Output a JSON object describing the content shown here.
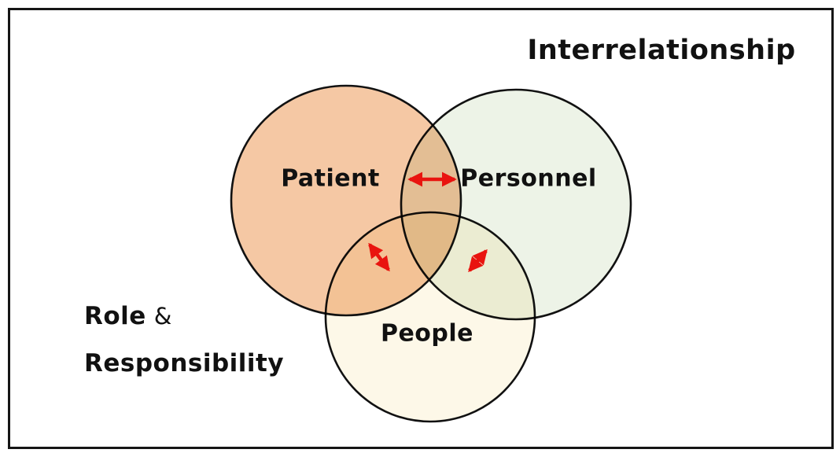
{
  "diagram": {
    "title": "Interrelationship",
    "type": "venn-3-circles",
    "sets": [
      {
        "id": "patient",
        "label": "Patient",
        "color": "#f5c8a4"
      },
      {
        "id": "personnel",
        "label": "Personnel",
        "color": "#edf3e7"
      },
      {
        "id": "people",
        "label": "People",
        "color": "#fdf8e8"
      }
    ],
    "relationships": [
      {
        "from": "Patient",
        "to": "Personnel",
        "type": "double-headed-arrow"
      },
      {
        "from": "Patient",
        "to": "People",
        "type": "double-headed-arrow"
      },
      {
        "from": "Personnel",
        "to": "People",
        "type": "double-headed-arrow"
      }
    ],
    "side_caption": {
      "word1": "Role",
      "word2": "&",
      "word3": "Responsibility"
    },
    "colors": {
      "arrow": "#e9140f",
      "outline": "#111111",
      "frame": "#151515",
      "background": "#ffffff",
      "text": "#111111"
    }
  }
}
